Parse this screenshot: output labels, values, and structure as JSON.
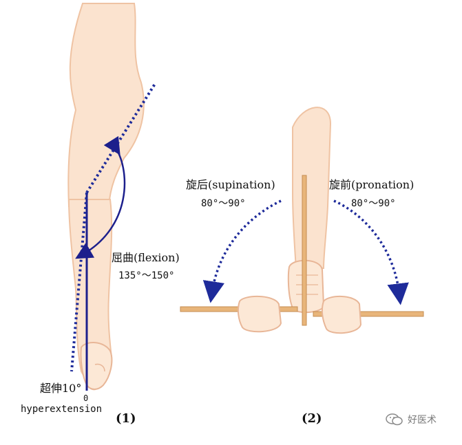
{
  "panel_1": {
    "label": "(1)",
    "flexion": {
      "title": "屈曲(flexion)",
      "range": "135°～150°"
    },
    "hyperextension": {
      "title": "超伸10°",
      "zero": "0",
      "word": "hyperextension"
    }
  },
  "panel_2": {
    "label": "(2)",
    "supination": {
      "title": "旋后(supination)",
      "range": "80°～90°"
    },
    "pronation": {
      "title": "旋前(pronation)",
      "range": "80°～90°"
    }
  },
  "watermark": {
    "text": "好医术",
    "icon": "wechat-icon"
  },
  "colors": {
    "skin": "#fbe3cf",
    "skin_outline": "#efc3a3",
    "line_dark_blue": "#1c1f8c",
    "dotted_blue": "#1e2b9a",
    "stick": "#e8b57a"
  }
}
